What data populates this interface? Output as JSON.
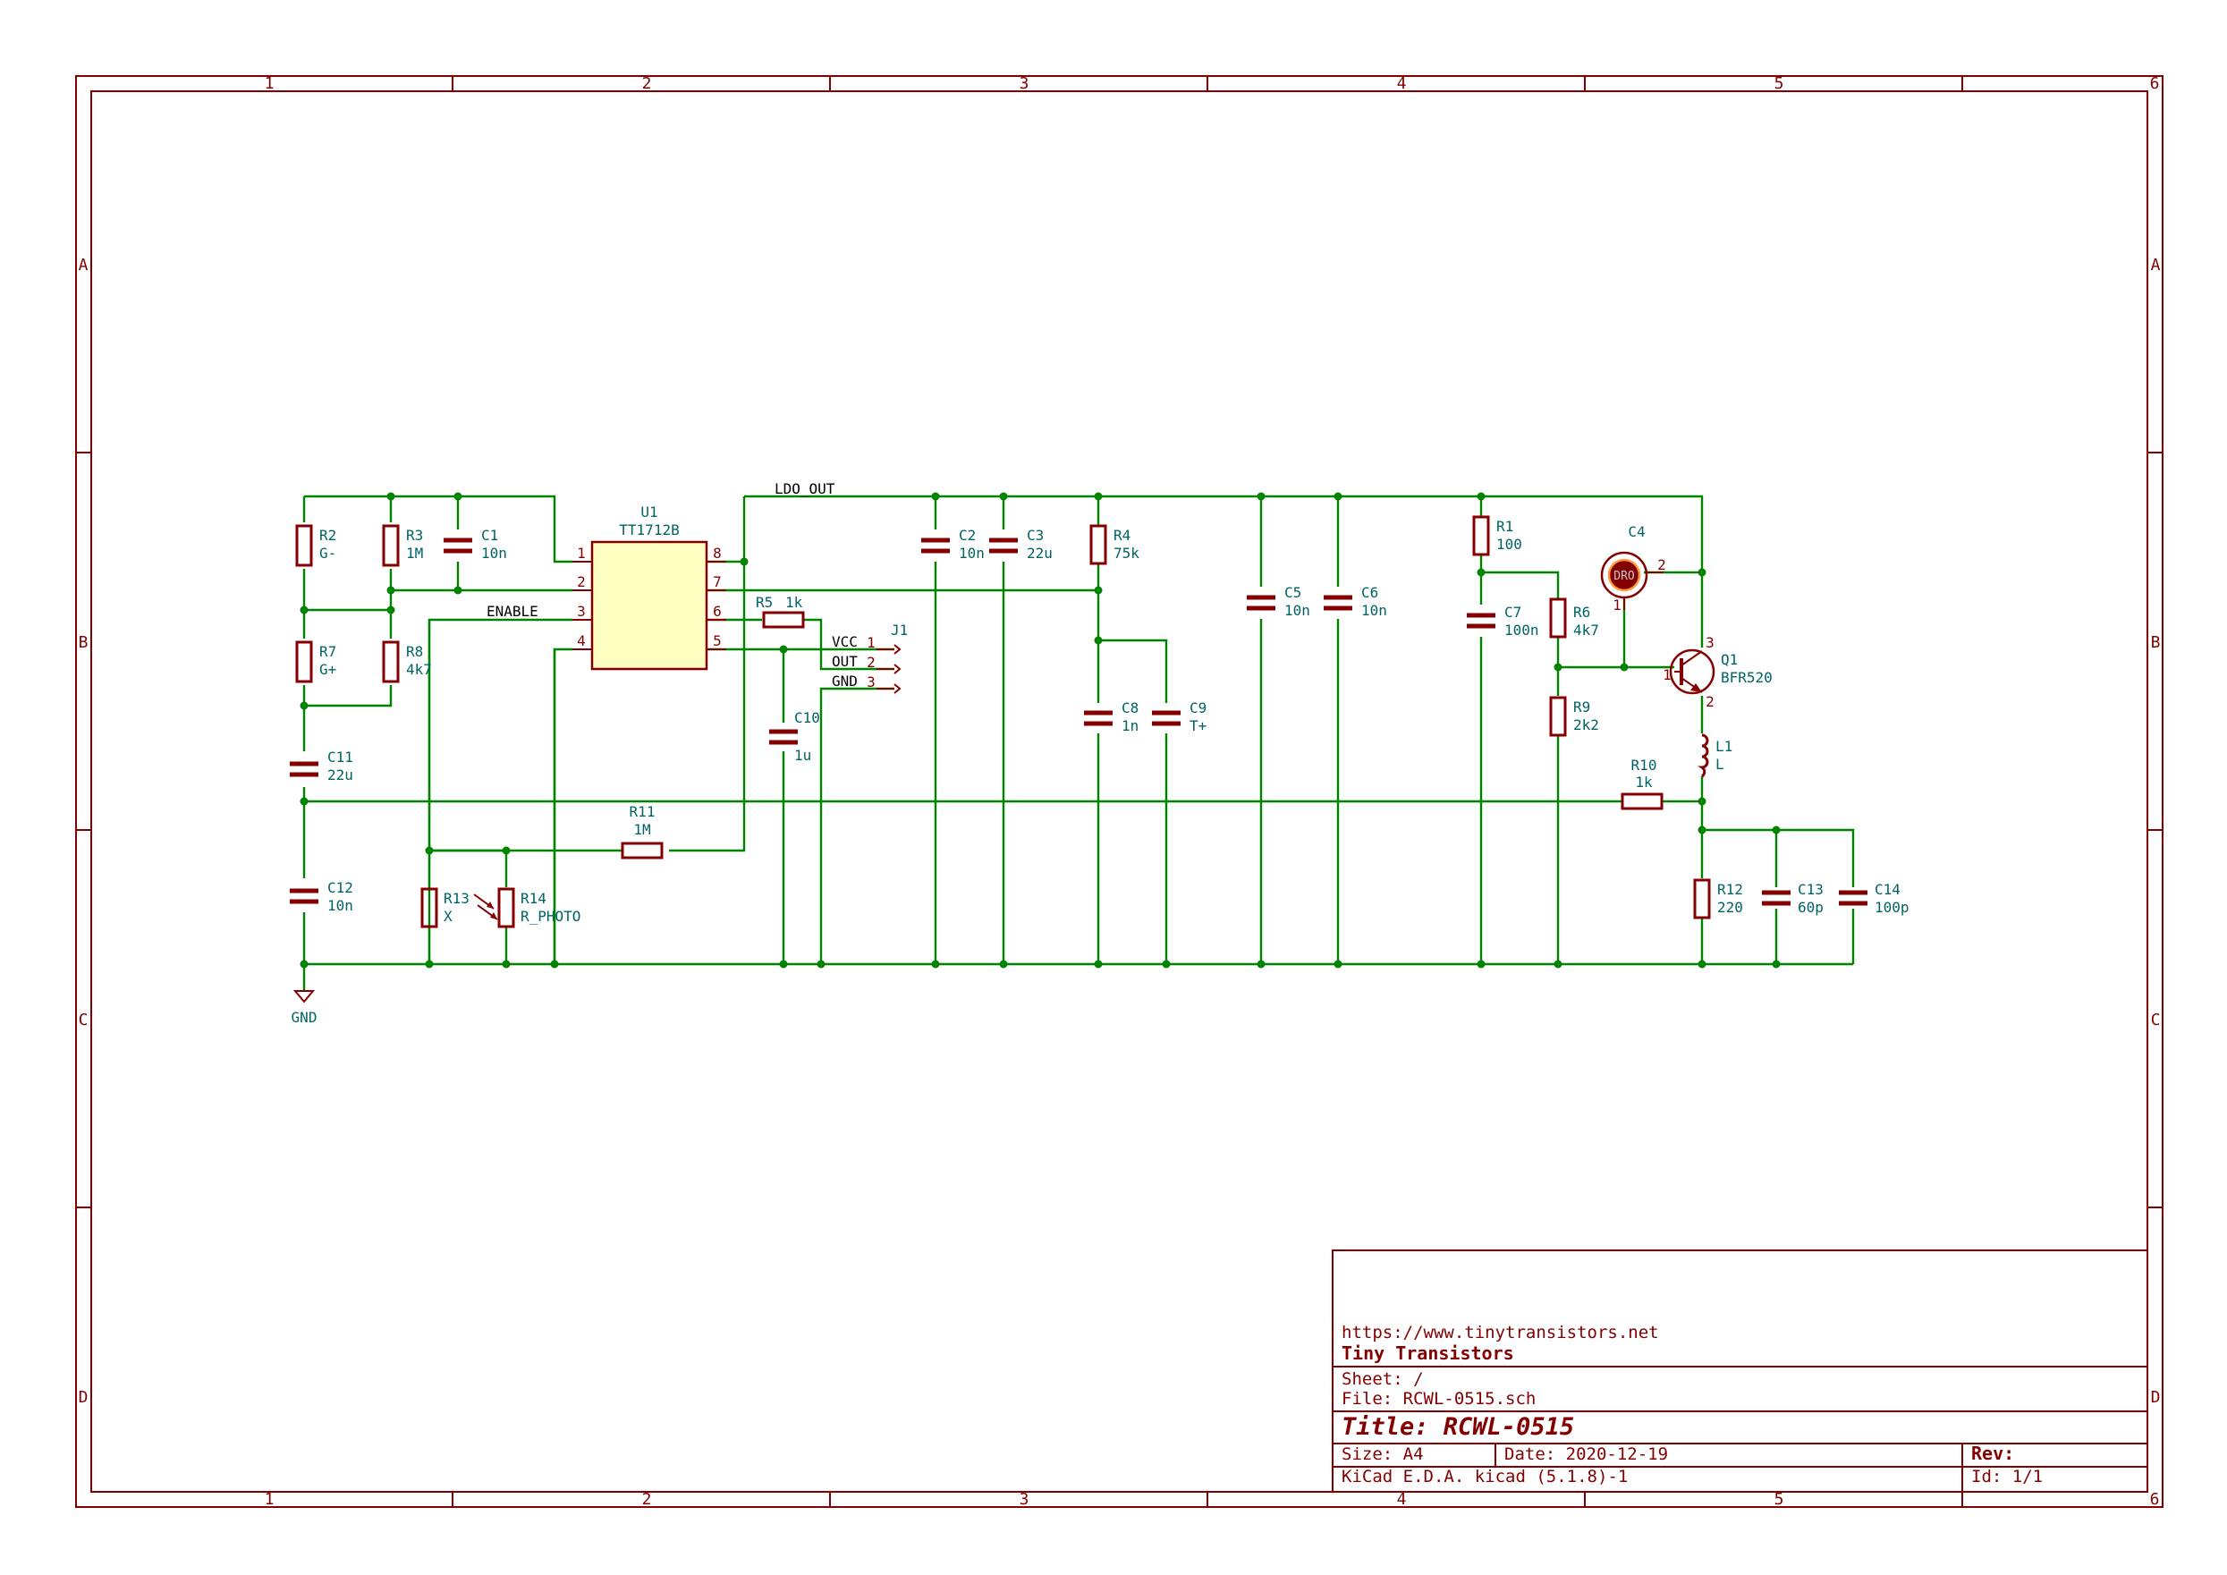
{
  "frame": {
    "columns": [
      "1",
      "2",
      "3",
      "4",
      "5",
      "6"
    ],
    "rows": [
      "A",
      "B",
      "C",
      "D"
    ]
  },
  "colors": {
    "frame": "#840000",
    "wire": "#008400",
    "component": "#840000",
    "ic_fill": "#ffffc2",
    "reference": "#006464",
    "text": "#000000"
  },
  "title_block": {
    "url": "https://www.tinytransistors.net",
    "company": "Tiny Transistors",
    "sheet": "Sheet: /",
    "file": "File: RCWL-0515.sch",
    "title": "Title: RCWL-0515",
    "size": "Size: A4",
    "date": "Date: 2020-12-19",
    "rev": "Rev:",
    "tool": "KiCad E.D.A.  kicad (5.1.8)-1",
    "id": "Id: 1/1"
  },
  "net_labels": {
    "ldo_out": "LDO_OUT",
    "enable": "ENABLE",
    "vcc": "VCC",
    "out": "OUT",
    "gnd_conn": "GND",
    "gnd_power": "GND"
  },
  "ic": {
    "ref": "U1",
    "value": "TT1712B",
    "pins": [
      "1",
      "2",
      "3",
      "4",
      "5",
      "6",
      "7",
      "8"
    ]
  },
  "connector": {
    "ref": "J1",
    "pins": [
      "1",
      "2",
      "3"
    ]
  },
  "transistor": {
    "ref": "Q1",
    "value": "BFR520",
    "pins": [
      "1",
      "2",
      "3"
    ]
  },
  "antenna": {
    "ref": "C4",
    "symbol_text": "DRO",
    "pins": [
      "1",
      "2"
    ]
  },
  "inductor": {
    "ref": "L1",
    "value": "L"
  },
  "resistors": [
    {
      "ref": "R1",
      "value": "100"
    },
    {
      "ref": "R2",
      "value": "G-"
    },
    {
      "ref": "R3",
      "value": "1M"
    },
    {
      "ref": "R4",
      "value": "75k"
    },
    {
      "ref": "R5",
      "value": "1k"
    },
    {
      "ref": "R6",
      "value": "4k7"
    },
    {
      "ref": "R7",
      "value": "G+"
    },
    {
      "ref": "R8",
      "value": "4k7"
    },
    {
      "ref": "R9",
      "value": "2k2"
    },
    {
      "ref": "R10",
      "value": "1k"
    },
    {
      "ref": "R11",
      "value": "1M"
    },
    {
      "ref": "R12",
      "value": "220"
    },
    {
      "ref": "R13",
      "value": "X"
    },
    {
      "ref": "R14",
      "value": "R_PHOTO"
    }
  ],
  "capacitors": [
    {
      "ref": "C1",
      "value": "10n"
    },
    {
      "ref": "C2",
      "value": "10n"
    },
    {
      "ref": "C3",
      "value": "22u"
    },
    {
      "ref": "C5",
      "value": "10n"
    },
    {
      "ref": "C6",
      "value": "10n"
    },
    {
      "ref": "C7",
      "value": "100n"
    },
    {
      "ref": "C8",
      "value": "1n"
    },
    {
      "ref": "C9",
      "value": "T+"
    },
    {
      "ref": "C10",
      "value": "1u"
    },
    {
      "ref": "C11",
      "value": "22u"
    },
    {
      "ref": "C12",
      "value": "10n"
    },
    {
      "ref": "C13",
      "value": "60p"
    },
    {
      "ref": "C14",
      "value": "100p"
    }
  ]
}
